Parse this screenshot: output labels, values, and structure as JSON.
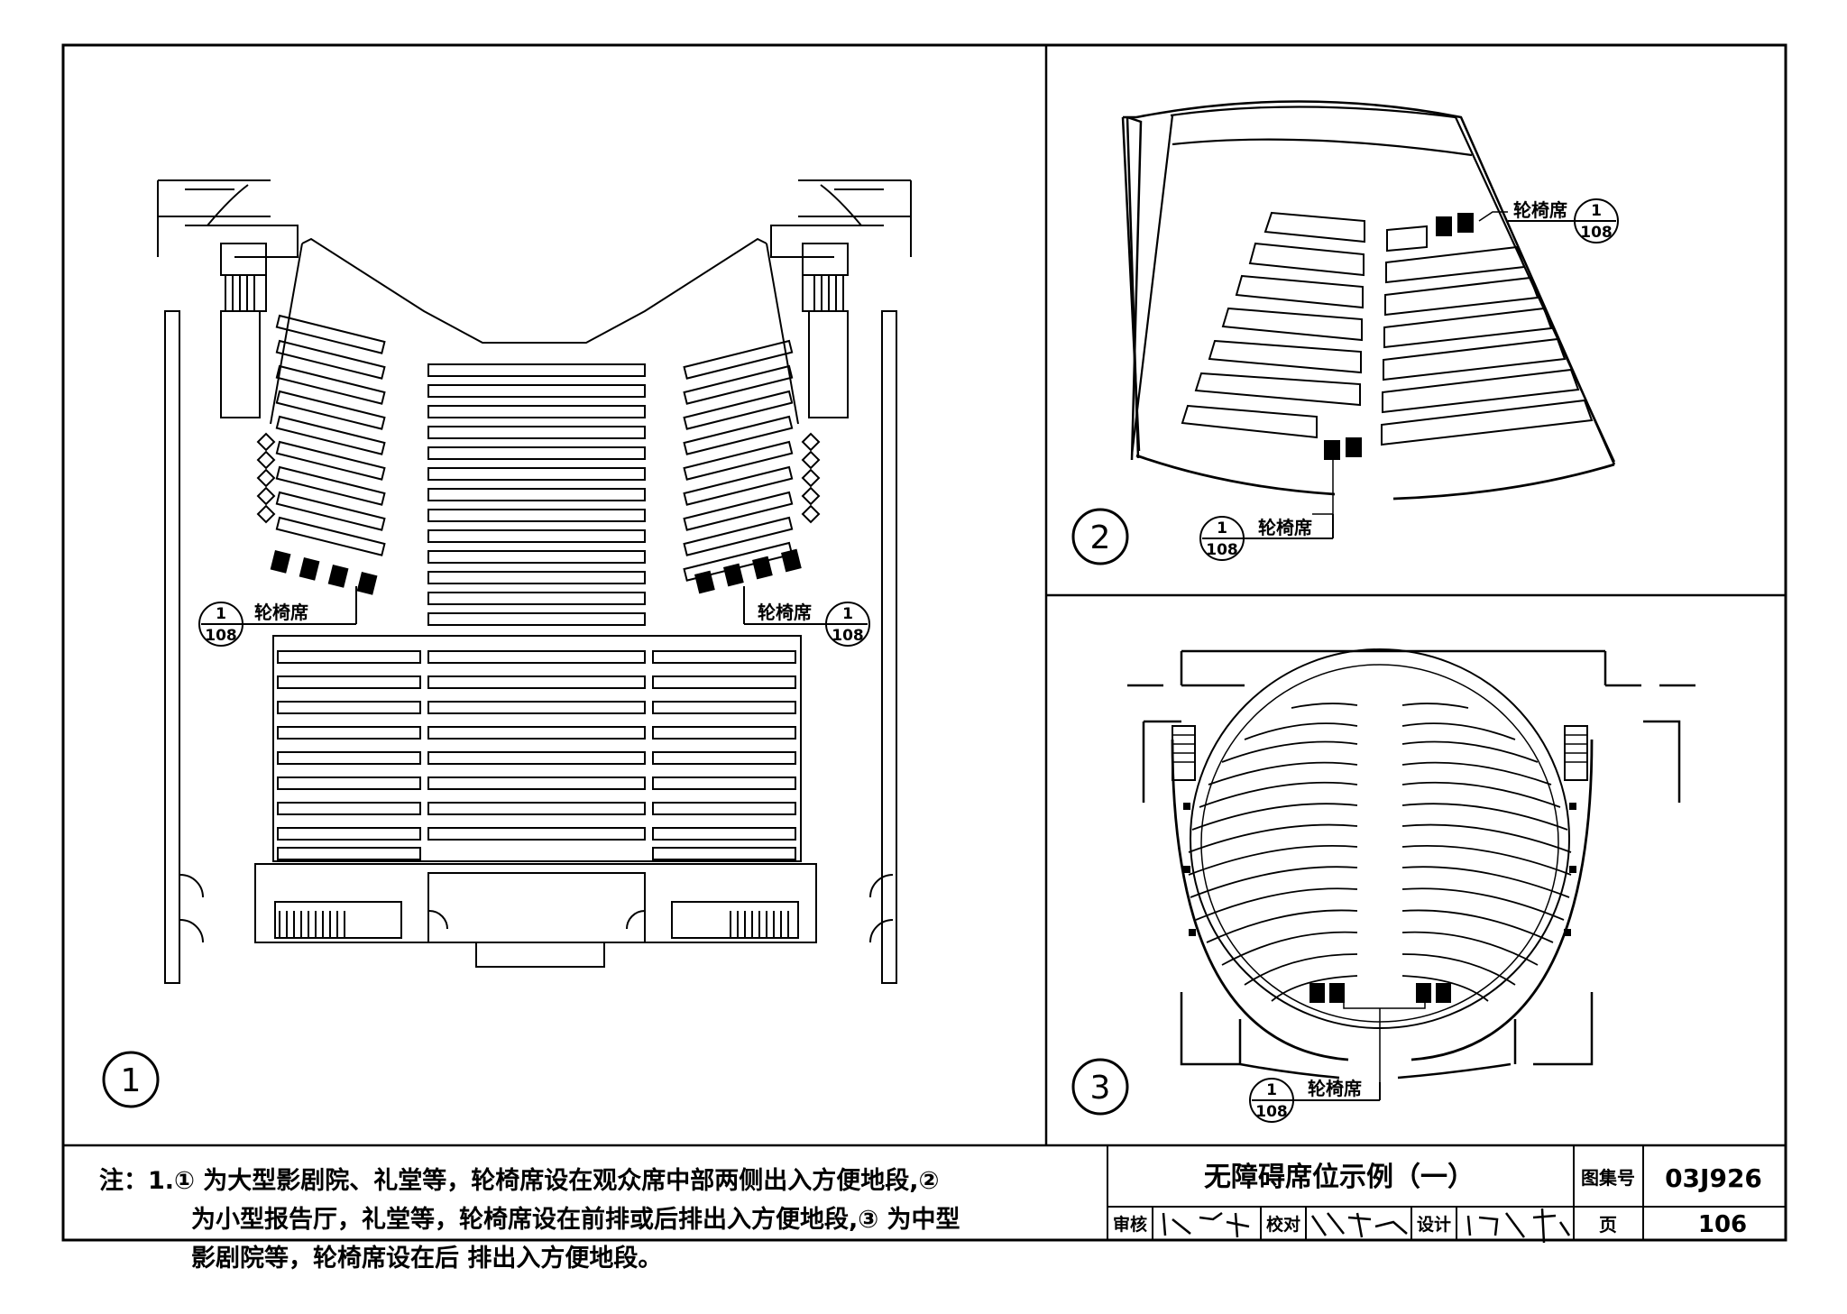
{
  "callout": {
    "label": "轮椅席",
    "sheet_top": "1",
    "sheet_bottom": "108"
  },
  "details": [
    {
      "number": "1"
    },
    {
      "number": "2"
    },
    {
      "number": "3"
    }
  ],
  "notes": {
    "lines": [
      "注：1.① 为大型影剧院、礼堂等，轮椅席设在观众席中部两侧出入方便地段,②",
      "为小型报告厅，礼堂等，轮椅席设在前排或后排出入方便地段,③ 为中型",
      "影剧院等，轮椅席设在后 排出入方便地段。"
    ]
  },
  "title_block": {
    "title": "无障碍席位示例（一）",
    "atlas_label": "图集号",
    "atlas_number": "03J926",
    "page_label": "页",
    "page_number": "106",
    "review_label": "审核",
    "check_label": "校对",
    "design_label": "设计"
  }
}
